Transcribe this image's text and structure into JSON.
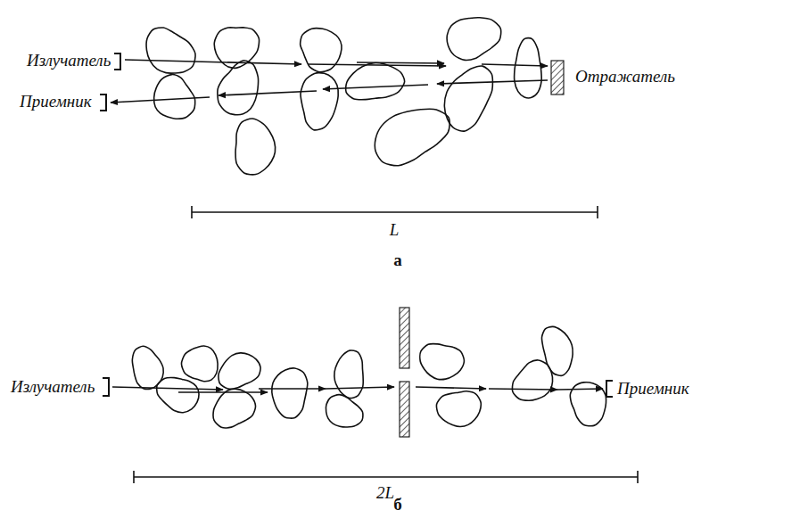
{
  "diagram": {
    "labels": [
      "Излучатель",
      "Приемник",
      "Отражатель",
      "L",
      "а",
      "Излучатель",
      "Приемник",
      "2L",
      "б"
    ]
  }
}
